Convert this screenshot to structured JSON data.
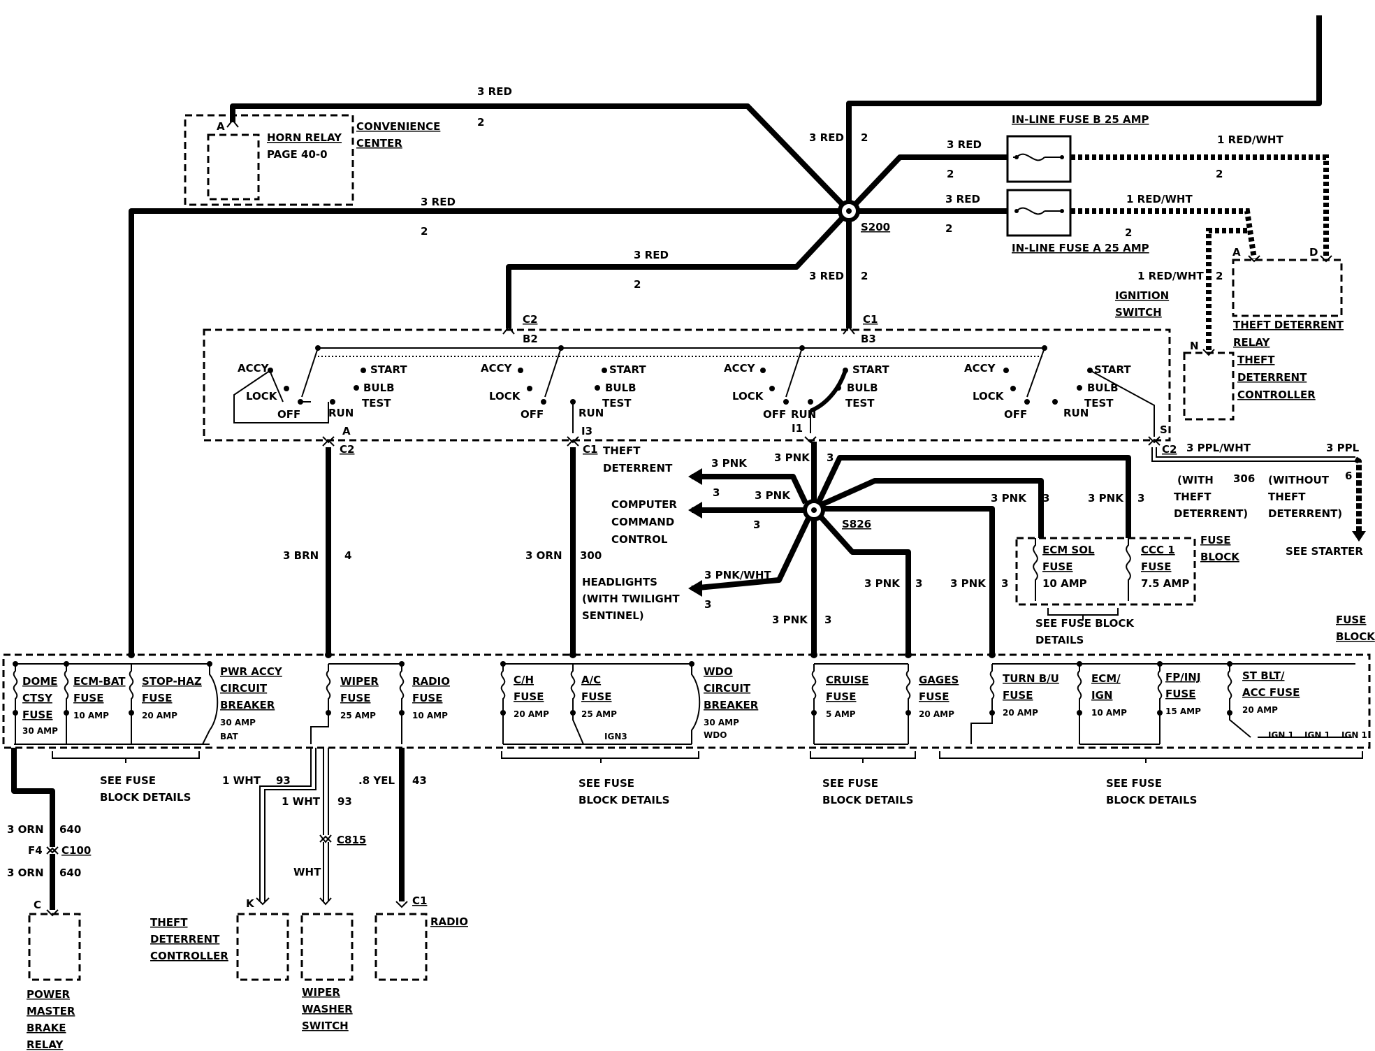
{
  "top_section": {
    "red_top_label": "3 RED",
    "red_top_num": "2",
    "horn_relay": "HORN RELAY",
    "horn_page": "PAGE 40-0",
    "horn_pin": "A",
    "convenience": "CONVENIENCE",
    "center": "CENTER",
    "red_left_label": "3 RED",
    "red_left_num": "2",
    "red_up_label": "3 RED",
    "red_up_num": "2",
    "red_fb_label": "3 RED",
    "red_fb_num": "2",
    "red_fa_label": "3 RED",
    "red_fa_num": "2",
    "red_c2_label": "3 RED",
    "red_c2_num": "2",
    "red_c1_label": "3 RED",
    "red_c1_num": "2",
    "splice_s200": "S200",
    "inline_fuse_b": "IN-LINE FUSE B 25 AMP",
    "inline_fuse_a": "IN-LINE FUSE A 25 AMP",
    "redwht_b_label": "1 RED/WHT",
    "redwht_b_num": "2",
    "redwht_a_label": "1 RED/WHT",
    "redwht_a_num": "2",
    "redwht_n_label": "1 RED/WHT",
    "redwht_n_num": "2",
    "pin_a": "A",
    "pin_d": "D",
    "pin_n": "N",
    "theft_relay_1": "THEFT DETERRENT",
    "theft_relay_2": "RELAY",
    "theft_ctrl_1": "THEFT",
    "theft_ctrl_2": "DETERRENT",
    "theft_ctrl_3": "CONTROLLER",
    "ignition_1": "IGNITION",
    "ignition_2": "SWITCH"
  },
  "ignition_switch": {
    "c2_top": "C2",
    "b2": "B2",
    "c1_top": "C1",
    "b3": "B3",
    "accy": "ACCY",
    "lock": "LOCK",
    "off": "OFF",
    "run": "RUN",
    "start": "START",
    "bulb": "BULB",
    "test": "TEST",
    "pin_a": "A",
    "pin_i3": "I3",
    "pin_i1": "I1",
    "pin_s": "S",
    "c2_a": "C2",
    "c1_i3": "C1",
    "c2_s": "C2"
  },
  "middle_section": {
    "brn_label": "3 BRN",
    "brn_num": "4",
    "orn_label": "3 ORN",
    "orn_num": "300",
    "pnk_top_label": "3 PNK",
    "pnk_top_num": "3",
    "splice_s826": "S826",
    "theft_det_1": "THEFT",
    "theft_det_2": "DETERRENT",
    "pnk_theft_label": "3 PNK",
    "pnk_theft_num": "3",
    "computer_1": "COMPUTER",
    "computer_2": "COMMAND",
    "computer_3": "CONTROL",
    "pnk_ccc_label": "3 PNK",
    "pnk_ccc_num": "3",
    "headlights_1": "HEADLIGHTS",
    "headlights_2": "(WITH TWILIGHT",
    "headlights_3": "SENTINEL)",
    "pnkwht_label": "3 PNK/WHT",
    "pnkwht_num": "3",
    "pnk_ecm_label": "3 PNK",
    "pnk_ecm_num": "3",
    "pnk_ccc1_label": "3 PNK",
    "pnk_ccc1_num": "3",
    "pnk_cruise_label": "3 PNK",
    "pnk_cruise_num": "3",
    "pnk_gages_label": "3 PNK",
    "pnk_gages_num": "3",
    "pnk_turn_label": "3 PNK",
    "pnk_turn_num": "3",
    "ppl_wht_label": "3 PPL/WHT",
    "ppl_label": "3 PPL",
    "with_1": "(WITH",
    "with_2": "THEFT",
    "with_3": "DETERRENT)",
    "with_num": "306",
    "without_1": "(WITHOUT",
    "without_2": "THEFT",
    "without_3": "DETERRENT)",
    "without_num": "6",
    "see_starter": "SEE STARTER",
    "ecm_sol": "ECM SOL",
    "ecm_sol_fuse": "FUSE",
    "ecm_sol_amp": "10 AMP",
    "ccc1": "CCC 1",
    "ccc1_fuse": "FUSE",
    "ccc1_amp": "7.5 AMP",
    "fuse_block_1": "FUSE",
    "fuse_block_2": "BLOCK",
    "see_fb_1": "SEE FUSE BLOCK",
    "see_fb_2": "DETAILS"
  },
  "fuse_block": {
    "title_1": "FUSE",
    "title_2": "BLOCK",
    "dome": [
      "DOME",
      "CTSY",
      "FUSE",
      "30 AMP"
    ],
    "ecm_bat": [
      "ECM-BAT",
      "FUSE",
      "10 AMP"
    ],
    "stop_haz": [
      "STOP-HAZ",
      "FUSE",
      "20 AMP"
    ],
    "pwr_accy": [
      "PWR ACCY",
      "CIRCUIT",
      "BREAKER",
      "30 AMP",
      "BAT"
    ],
    "wiper": [
      "WIPER",
      "FUSE",
      "25 AMP"
    ],
    "radio": [
      "RADIO",
      "FUSE",
      "10 AMP"
    ],
    "ch": [
      "C/H",
      "FUSE",
      "20 AMP"
    ],
    "ac": [
      "A/C",
      "FUSE",
      "25 AMP",
      "IGN3"
    ],
    "wdo": [
      "WDO",
      "CIRCUIT",
      "BREAKER",
      "30 AMP",
      "WDO"
    ],
    "cruise": [
      "CRUISE",
      "FUSE",
      "5 AMP"
    ],
    "gages": [
      "GAGES",
      "FUSE",
      "20 AMP"
    ],
    "turn": [
      "TURN B/U",
      "FUSE",
      "20 AMP"
    ],
    "ecm_ign": [
      "ECM/",
      "IGN",
      "10 AMP"
    ],
    "fp_inj": [
      "FP/INJ",
      "FUSE",
      "15 AMP"
    ],
    "st_blt": [
      "ST BLT/",
      "ACC FUSE",
      "20 AMP"
    ],
    "ign1": "IGN 1",
    "see_1": [
      "SEE FUSE",
      "BLOCK DETAILS"
    ],
    "see_2": [
      "SEE FUSE",
      "BLOCK DETAILS"
    ],
    "see_3": [
      "SEE FUSE",
      "BLOCK DETAILS"
    ],
    "see_4": [
      "SEE FUSE",
      "BLOCK DETAILS"
    ]
  },
  "bottom_section": {
    "orn_top_label": "3 ORN",
    "orn_top_num": "640",
    "f4": "F4",
    "c100": "C100",
    "orn_bot_label": "3 ORN",
    "orn_bot_num": "640",
    "pin_c": "C",
    "pmb": [
      "POWER",
      "MASTER",
      "BRAKE",
      "RELAY"
    ],
    "wht93_a_label": "1 WHT",
    "wht93_a_num": "93",
    "wht93_b_label": "1 WHT",
    "wht93_b_num": "93",
    "c815": "C815",
    "wht": "WHT",
    "yel_label": ".8 YEL",
    "yel_num": "43",
    "pin_k": "K",
    "pin_c1": "C1",
    "tdc": [
      "THEFT",
      "DETERRENT",
      "CONTROLLER"
    ],
    "wws": [
      "WIPER",
      "WASHER",
      "SWITCH"
    ],
    "radio": "RADIO"
  }
}
